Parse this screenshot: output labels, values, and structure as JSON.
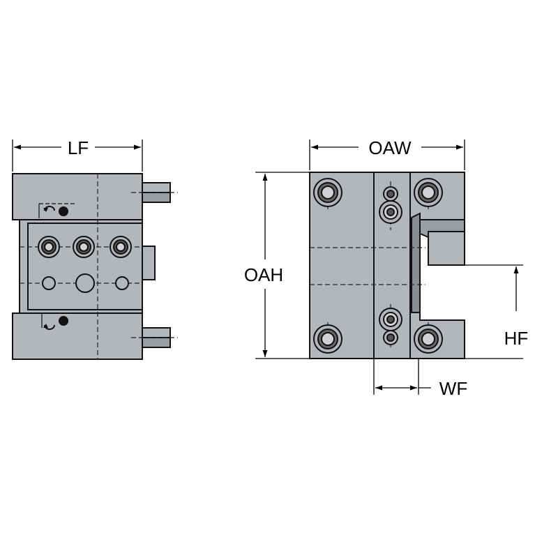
{
  "dimensions": {
    "lf": "LF",
    "oaw": "OAW",
    "oah": "OAH",
    "hf": "HF",
    "wf": "WF"
  },
  "colors": {
    "body_fill": "#b3b6ba",
    "body_dark": "#7c8086",
    "outline": "#111111",
    "background": "#ffffff"
  }
}
